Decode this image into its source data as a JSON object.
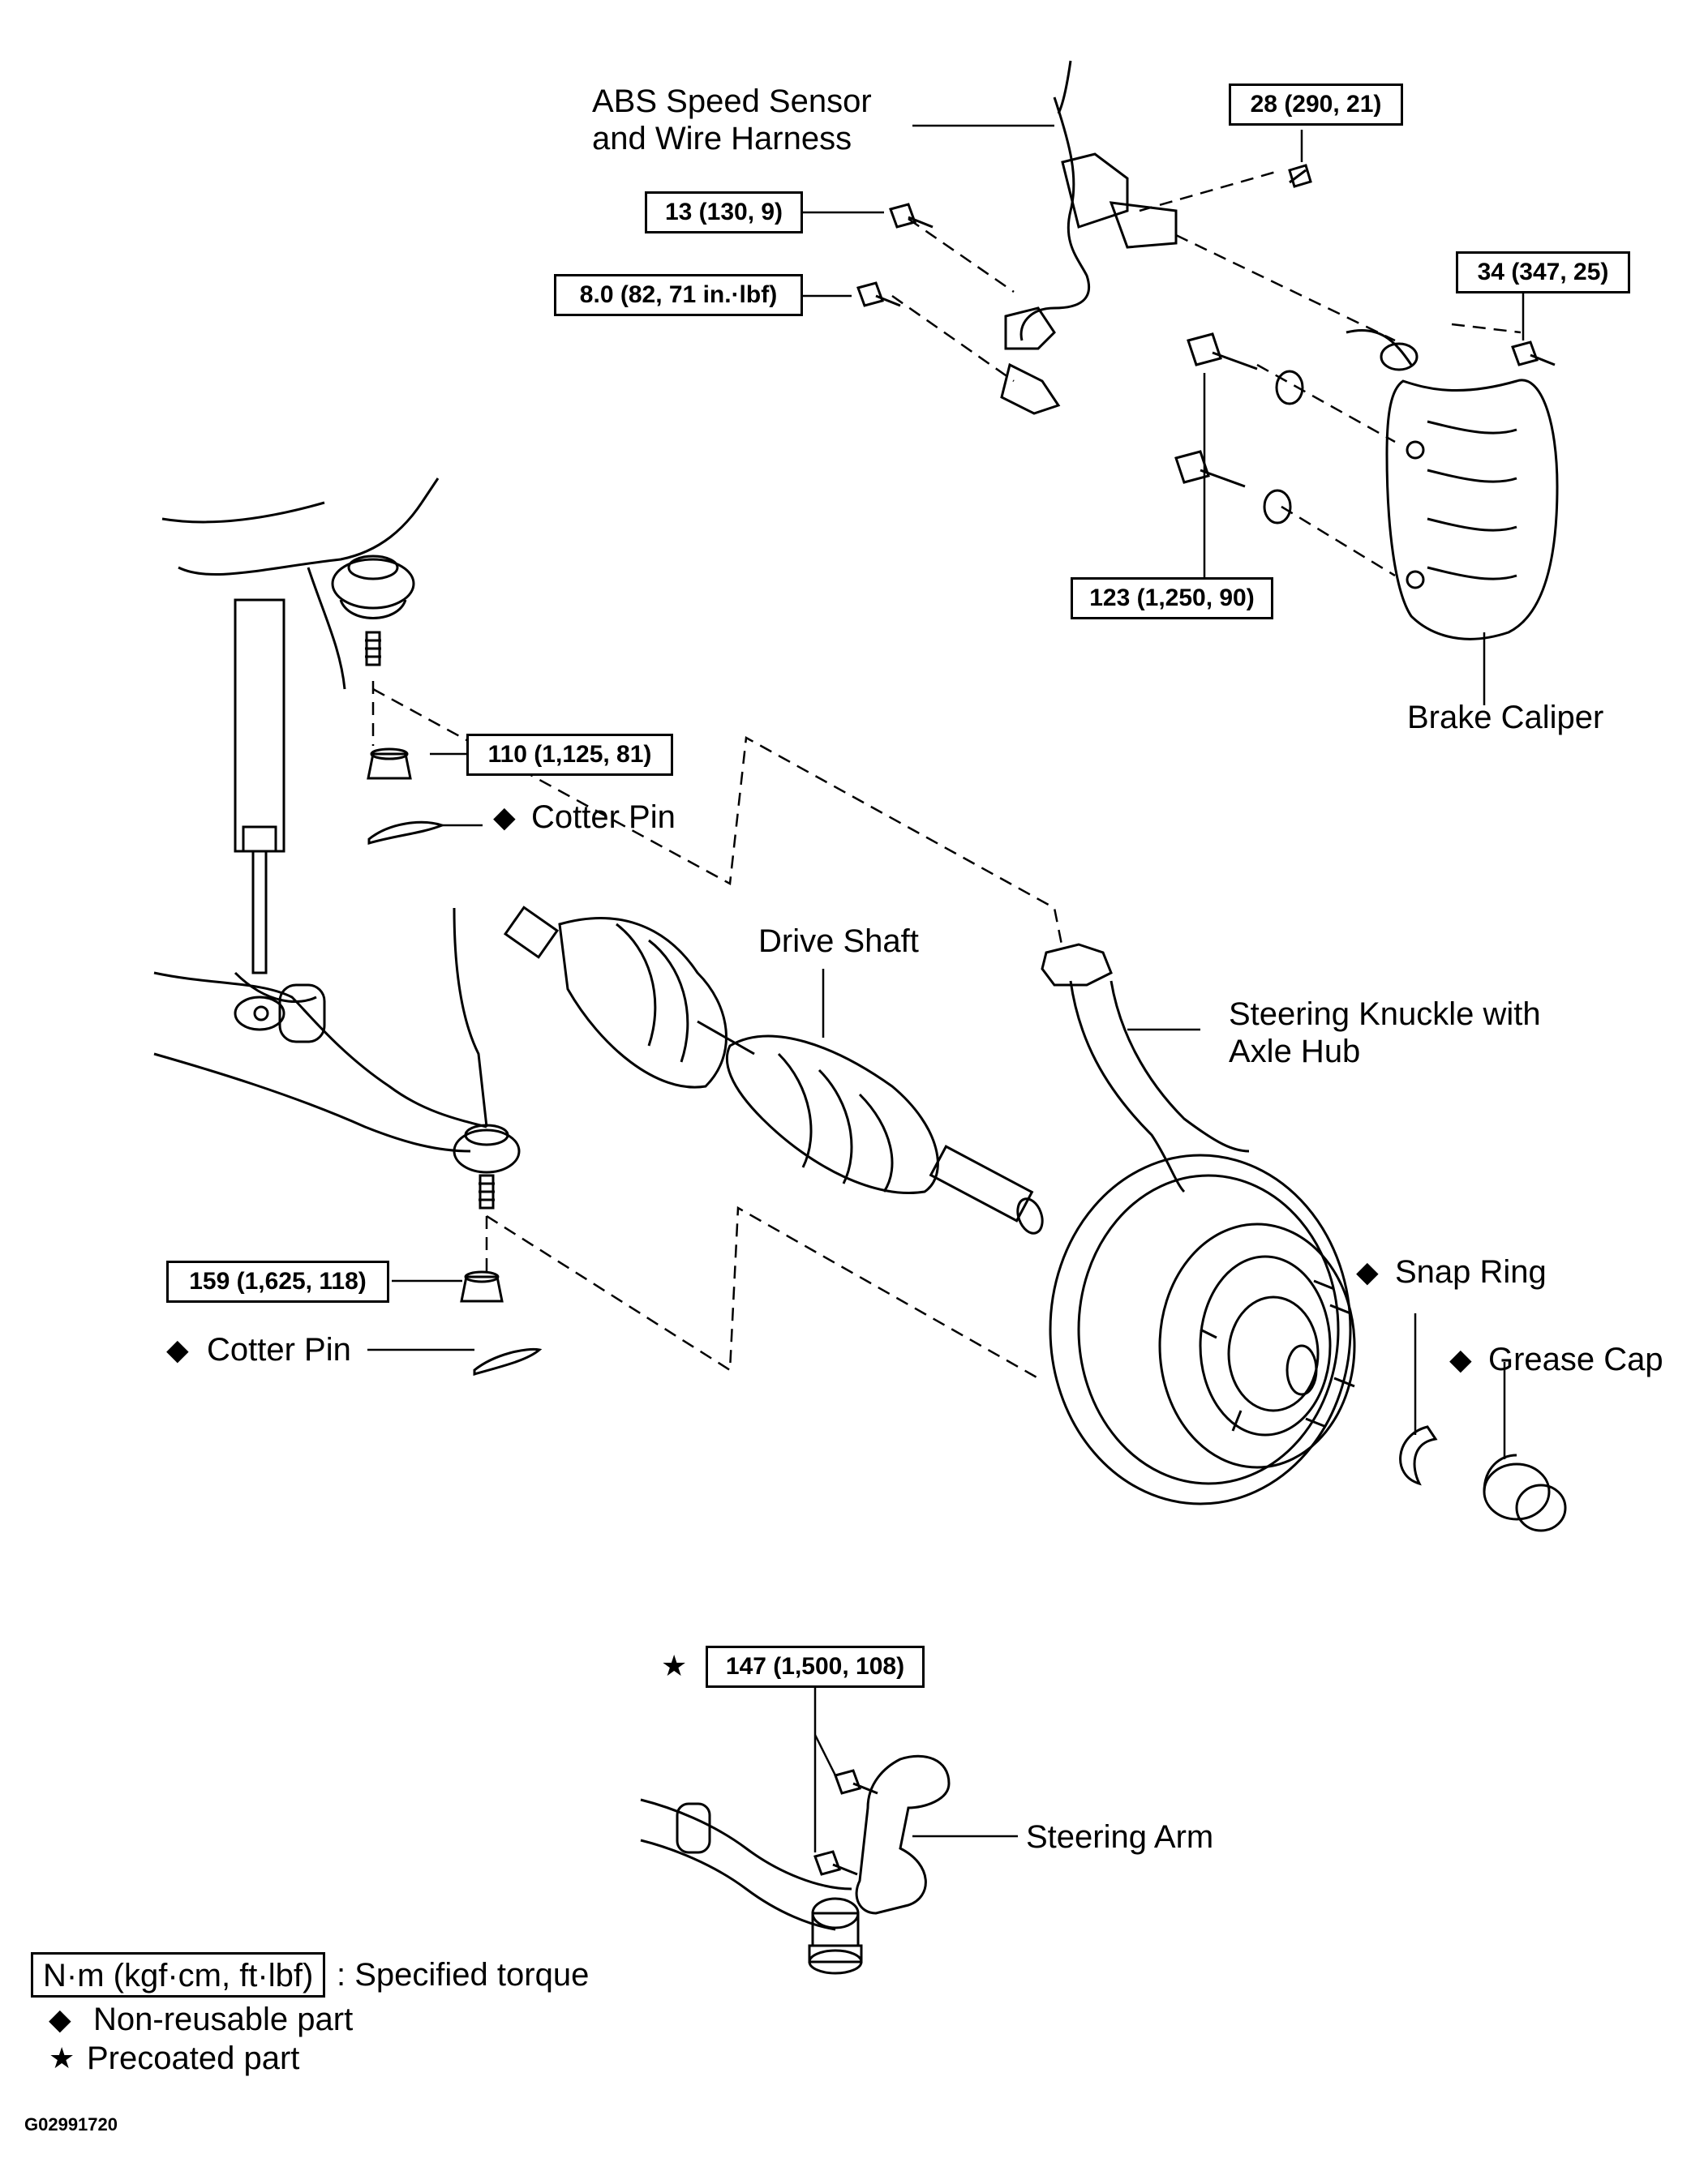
{
  "torque_specs": {
    "t1": "28 (290, 21)",
    "t2": "13 (130, 9)",
    "t3": "8.0 (82, 71 in.·lbf)",
    "t4": "34 (347, 25)",
    "t5": "123 (1,250, 90)",
    "t6": "110 (1,125, 81)",
    "t7": "159 (1,625, 118)",
    "t8": "147 (1,500, 108)"
  },
  "labels": {
    "abs_line1": "ABS Speed Sensor",
    "abs_line2": "and Wire Harness",
    "brake_caliper": "Brake Caliper",
    "cotter_pin_upper": "Cotter Pin",
    "cotter_pin_lower": "Cotter Pin",
    "drive_shaft": "Drive Shaft",
    "knuckle_line1": "Steering Knuckle with",
    "knuckle_line2": "Axle Hub",
    "snap_ring": "Snap Ring",
    "grease_cap": "Grease Cap",
    "steering_arm": "Steering Arm"
  },
  "symbols": {
    "non_reusable": "◆",
    "precoated": "★"
  },
  "legend": {
    "unit_box": "N·m (kgf·cm, ft·lbf)",
    "unit_desc": ": Specified torque",
    "non_reusable": "Non-reusable part",
    "precoated": "Precoated part"
  },
  "figure_id": "G02991720"
}
